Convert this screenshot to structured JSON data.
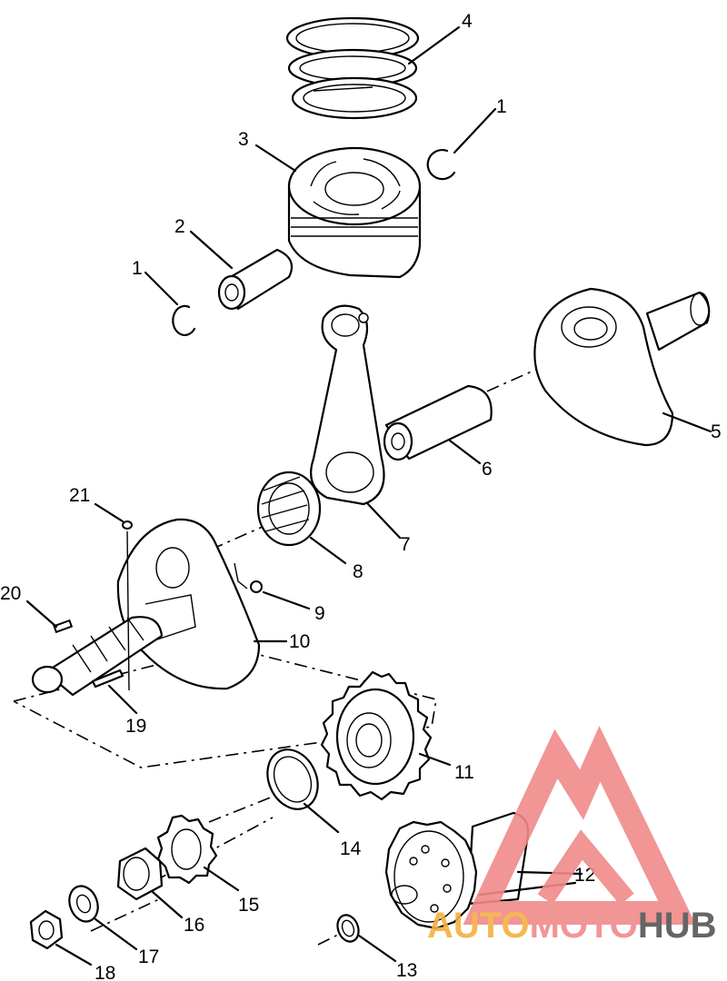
{
  "callouts": [
    "1",
    "1",
    "2",
    "3",
    "4",
    "5",
    "6",
    "7",
    "8",
    "9",
    "10",
    "11",
    "12",
    "13",
    "14",
    "15",
    "16",
    "17",
    "18",
    "19",
    "20",
    "21"
  ],
  "watermark": {
    "brand": "AUTOMOTOHUB",
    "brand_part_1": "AUTO",
    "brand_part_2": "MOTO",
    "brand_part_3": "HUB",
    "colors": {
      "accent": "#f08a8a",
      "dark": "#555555"
    }
  }
}
